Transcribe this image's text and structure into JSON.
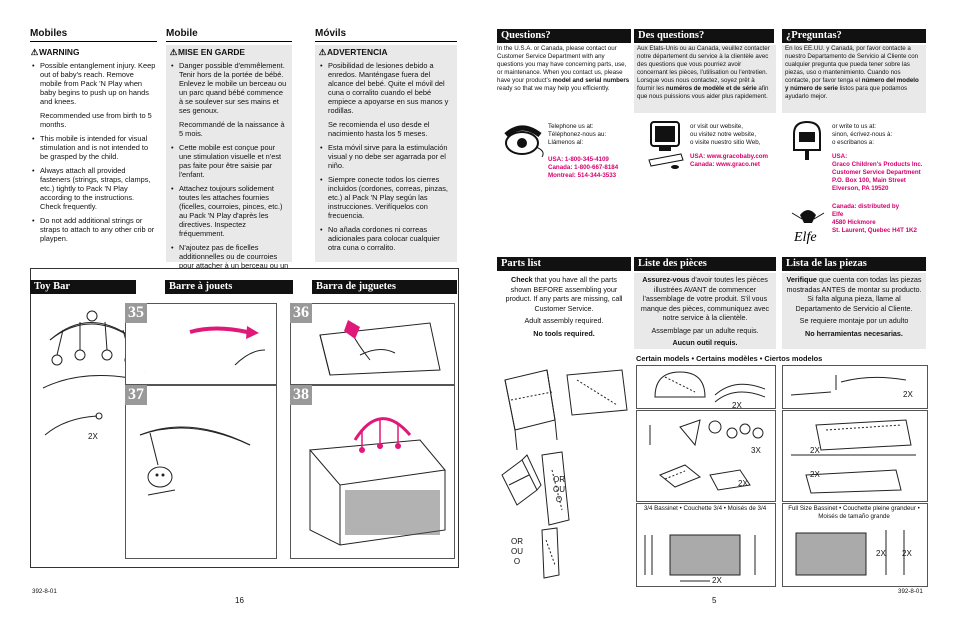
{
  "left": {
    "mobile_en": {
      "title": "Mobiles",
      "warning": "WARNING",
      "items": [
        "Possible entanglement injury. Keep out of baby's reach. Remove mobile from Pack 'N Play when baby begins to push up on hands and knees.",
        "Recommended use from birth to 5 months.",
        "This mobile is intended for visual stimulation and is not intended to be grasped by the child.",
        "Always attach all provided fasteners (strings, straps, clamps, etc.) tightly to Pack 'N Play according to the instructions. Check frequently.",
        "Do not add additional strings or straps to attach to any other crib or playpen."
      ]
    },
    "mobile_fr": {
      "title": "Mobile",
      "warning": "MISE EN GARDE",
      "items": [
        "Danger possible d'emmêlement. Tenir hors de la portée de bébé. Enlevez le mobile un berceau ou un parc quand bébé commence à se soulever sur ses mains et ses genoux.",
        "Recommandé de la naissance à 5 mois.",
        "Cette mobile est conçue pour une stimulation visuelle et n'est pas faite pour être saisie par l'enfant.",
        "Attachez toujours solidement toutes les attaches fournies (ficelles, courroies, pinces, etc.) au Pack 'N Play d'après les directives. Inspectez fréquemment.",
        "N'ajoutez pas de ficelles additionnelles ou de courroies pour attacher à un berceau ou un parc."
      ]
    },
    "mobile_es": {
      "title": "Móvils",
      "warning": "ADVERTENCIA",
      "items": [
        "Posibilidad de lesiones debido a enredos. Manténgase fuera del alcance del bebé. Quite el móvil del cuna o corralito cuando el bebé empiece a apoyarse en sus manos y rodillas.",
        "Se recomienda el uso desde el nacimiento hasta los 5 meses.",
        "Esta móvil sirve para la estimulación visual y no debe ser agarrada por el niño.",
        "Siempre conecte todos los cierres incluidos (cordones, correas, pinzas, etc.) al Pack 'N Play según las instrucciones. Verifíquelos con frecuencia.",
        "No añada cordones ni correas adicionales para colocar cualquier otra cuna o corralito."
      ]
    },
    "toybar": {
      "title_en": "Toy Bar",
      "title_fr": "Barre à jouets",
      "title_es": "Barra de juguetes",
      "label_2x": "2X",
      "steps": [
        "35",
        "36",
        "37",
        "38"
      ]
    },
    "footer": {
      "code": "392-8-01",
      "page": "16"
    }
  },
  "right": {
    "questions_en": {
      "title": "Questions?",
      "text_a": "In the U.S.A. or Canada, please contact our Customer Service Department with any questions you may have concerning parts, use, or maintenance. When you contact us, please have your product's ",
      "text_bold": "model and serial numbers",
      "text_b": " ready so that we may help you efficiently."
    },
    "questions_fr": {
      "title": "Des questions?",
      "text_a": "Aux Etats-Unis ou au Canada, veuillez contacter notre département du service à la clientèle avec des questions que vous pourriez avoir concernant les pièces, l'utilisation ou l'entretien. Lorsque vous nous contactez, soyez prêt à fournir les ",
      "text_bold": "numéros de modèle et de série",
      "text_b": " afin que nous puissions vous aider plus rapidement."
    },
    "questions_es": {
      "title": "¿Preguntas?",
      "text_a": "En los EE.UU. y Canadá, por favor contacte a nuestro Departamento de Servicio al Cliente con cualquier pregunta que pueda tener sobre las piezas, uso o mantenimiento. Cuando nos contacte, por favor tenga el ",
      "text_bold": "número del modelo y número de serie",
      "text_b": " listos para que podamos ayudarlo mejor."
    },
    "contact": {
      "phone_lines": [
        "Telephone us at:",
        "Téléphonez-nous au:",
        "Llámenos al:"
      ],
      "phone_numbers": [
        "USA: 1-800-345-4109",
        "Canada: 1-800-667-8184",
        "Montreal: 514-344-3533"
      ],
      "web_lines": [
        "or visit our website,",
        "ou visitez notre website,",
        "o visite nuestro sitio Web,"
      ],
      "web_urls": [
        "USA: www.gracobaby.com",
        "Canada: www.graco.net"
      ],
      "mail_lines": [
        "or write to us at:",
        "sinon, écrivez-nous à:",
        "o escribanos a:"
      ],
      "usa_address": [
        "USA:",
        "Graco Children's Products Inc.",
        "Customer Service Department",
        "P.O. Box 100, Main Street",
        "Elverson, PA 19520"
      ],
      "canada_address": [
        "Canada: distributed by",
        "Elfe",
        "4580 Hickmore",
        "St. Laurent, Quebec H4T 1K2"
      ],
      "logo_text": "Elfe"
    },
    "parts_en": {
      "title": "Parts list",
      "check_bold": "Check",
      "check_text": " that you have all the parts shown BEFORE assembling your product. If any parts are missing, call Customer Service.",
      "adult": "Adult assembly required.",
      "tools": "No tools required."
    },
    "parts_fr": {
      "title": "Liste des pièces",
      "check_bold": "Assurez-vous",
      "check_text": " d'avoir toutes les pièces illustrées AVANT de commencer l'assemblage de votre produit. S'il vous manque des pièces, communiquez avec notre service à la clientèle.",
      "adult": "Assemblage par un adulte requis.",
      "tools": "Aucun outil requis."
    },
    "parts_es": {
      "title": "Lista de las piezas",
      "check_bold": "Verifique",
      "check_text": " que cuenta con todas las piezas mostradas ANTES de montar su producto. Si falta alguna pieza, llame al Departamento de Servicio al Cliente.",
      "adult": "Se requiere montaje por un adulto",
      "tools": "No herramientas necesarias."
    },
    "models_line": "Certain models  •  Certains modèles  •  Ciertos modelos",
    "or_label_1": [
      "OR",
      "OU",
      "O"
    ],
    "or_label_2": [
      "OR",
      "OU",
      "O"
    ],
    "qty": {
      "a": "2X",
      "b": "2X",
      "c": "3X",
      "d": "2X",
      "e": "2X",
      "f": "2X",
      "g": "2X",
      "h": "2X"
    },
    "bassinet_34": "3/4 Bassinet • Couchette 3/4 • Moisés de 3/4",
    "bassinet_full": "Full Size Bassinet • Couchette pleine grandeur • Moisés de tamaño grande",
    "footer": {
      "page": "5",
      "code": "392-8-01"
    }
  }
}
